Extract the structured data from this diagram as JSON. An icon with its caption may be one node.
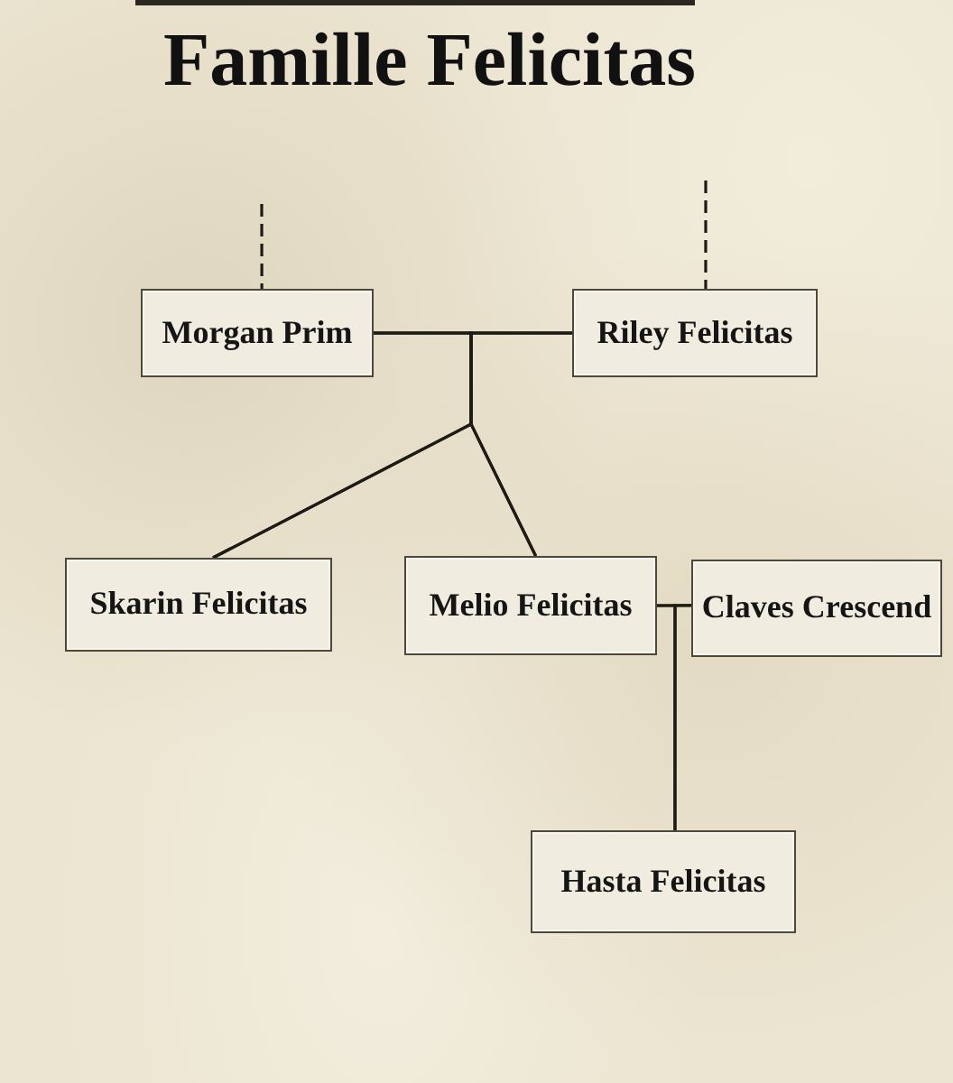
{
  "diagram": {
    "title": "Famille Felicitas",
    "nodes": [
      {
        "text": [
          "Morgan Prim"
        ]
      },
      {
        "text": [
          "Riley Felicitas"
        ]
      },
      {
        "text": [
          "Skarin Felicitas"
        ]
      },
      {
        "text": [
          "Melio Felicitas"
        ]
      },
      {
        "text": [
          "Claves Crescend"
        ]
      },
      {
        "text": [
          "Hasta Felicitas"
        ]
      }
    ],
    "edges": [
      {
        "from": 0,
        "to": 1,
        "arrow": "none"
      },
      {
        "from": 0,
        "to": 2,
        "arrow": "none"
      },
      {
        "from": 1,
        "to": 2,
        "arrow": "none"
      },
      {
        "from": 0,
        "to": 3,
        "arrow": "none"
      },
      {
        "from": 1,
        "to": 3,
        "arrow": "none"
      },
      {
        "from": 3,
        "to": 4,
        "arrow": "none"
      },
      {
        "from": 3,
        "to": 5,
        "arrow": "none"
      },
      {
        "from": 4,
        "to": 5,
        "arrow": "none"
      },
      {
        "from": null,
        "to": 0,
        "arrow": "none",
        "style": "dashed"
      },
      {
        "from": null,
        "to": 1,
        "arrow": "none",
        "style": "dashed"
      }
    ]
  }
}
